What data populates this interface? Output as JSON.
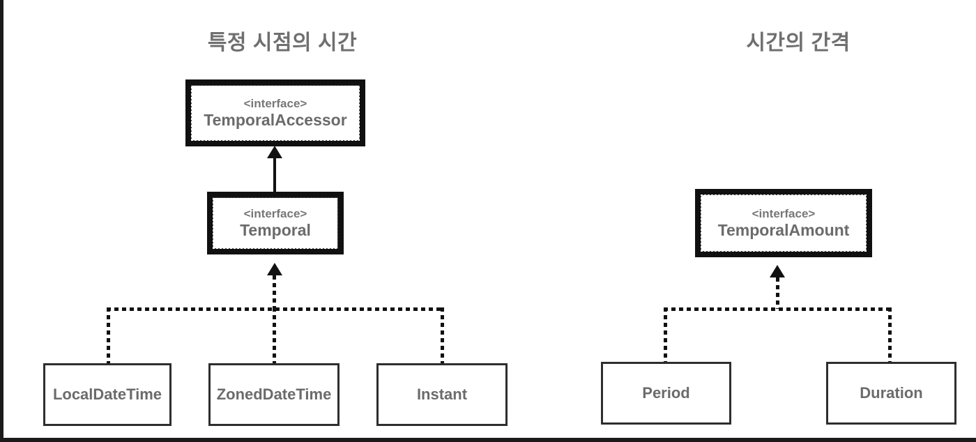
{
  "diagram": {
    "title_left": "특정 시점의 시간",
    "title_right": "시간의 간격",
    "stereotype_label": "<interface>",
    "interfaces": [
      {
        "id": "temporal-accessor",
        "name": "TemporalAccessor",
        "stereotype": "<interface>"
      },
      {
        "id": "temporal",
        "name": "Temporal",
        "stereotype": "<interface>"
      },
      {
        "id": "temporal-amount",
        "name": "TemporalAmount",
        "stereotype": "<interface>"
      }
    ],
    "classes": [
      {
        "id": "local-date-time",
        "name": "LocalDateTime"
      },
      {
        "id": "zoned-date-time",
        "name": "ZonedDateTime"
      },
      {
        "id": "instant",
        "name": "Instant"
      },
      {
        "id": "period",
        "name": "Period"
      },
      {
        "id": "duration",
        "name": "Duration"
      }
    ],
    "relationships": [
      {
        "from": "Temporal",
        "to": "TemporalAccessor",
        "style": "solid",
        "arrow": "filled-triangle-up"
      },
      {
        "from": "LocalDateTime",
        "to": "Temporal",
        "style": "dotted",
        "arrow": "filled-triangle-up"
      },
      {
        "from": "ZonedDateTime",
        "to": "Temporal",
        "style": "dotted",
        "arrow": "filled-triangle-up"
      },
      {
        "from": "Instant",
        "to": "Temporal",
        "style": "dotted",
        "arrow": "filled-triangle-up"
      },
      {
        "from": "Period",
        "to": "TemporalAmount",
        "style": "dotted",
        "arrow": "filled-triangle-up"
      },
      {
        "from": "Duration",
        "to": "TemporalAmount",
        "style": "dotted",
        "arrow": "filled-triangle-up"
      }
    ],
    "colors": {
      "text_gray": "#6b6b6b",
      "stereotype_gray": "#777777",
      "title_gray": "#6f6f6f",
      "stroke_black": "#111111",
      "class_border": "#2e2e2e",
      "background": "#ffffff"
    }
  }
}
